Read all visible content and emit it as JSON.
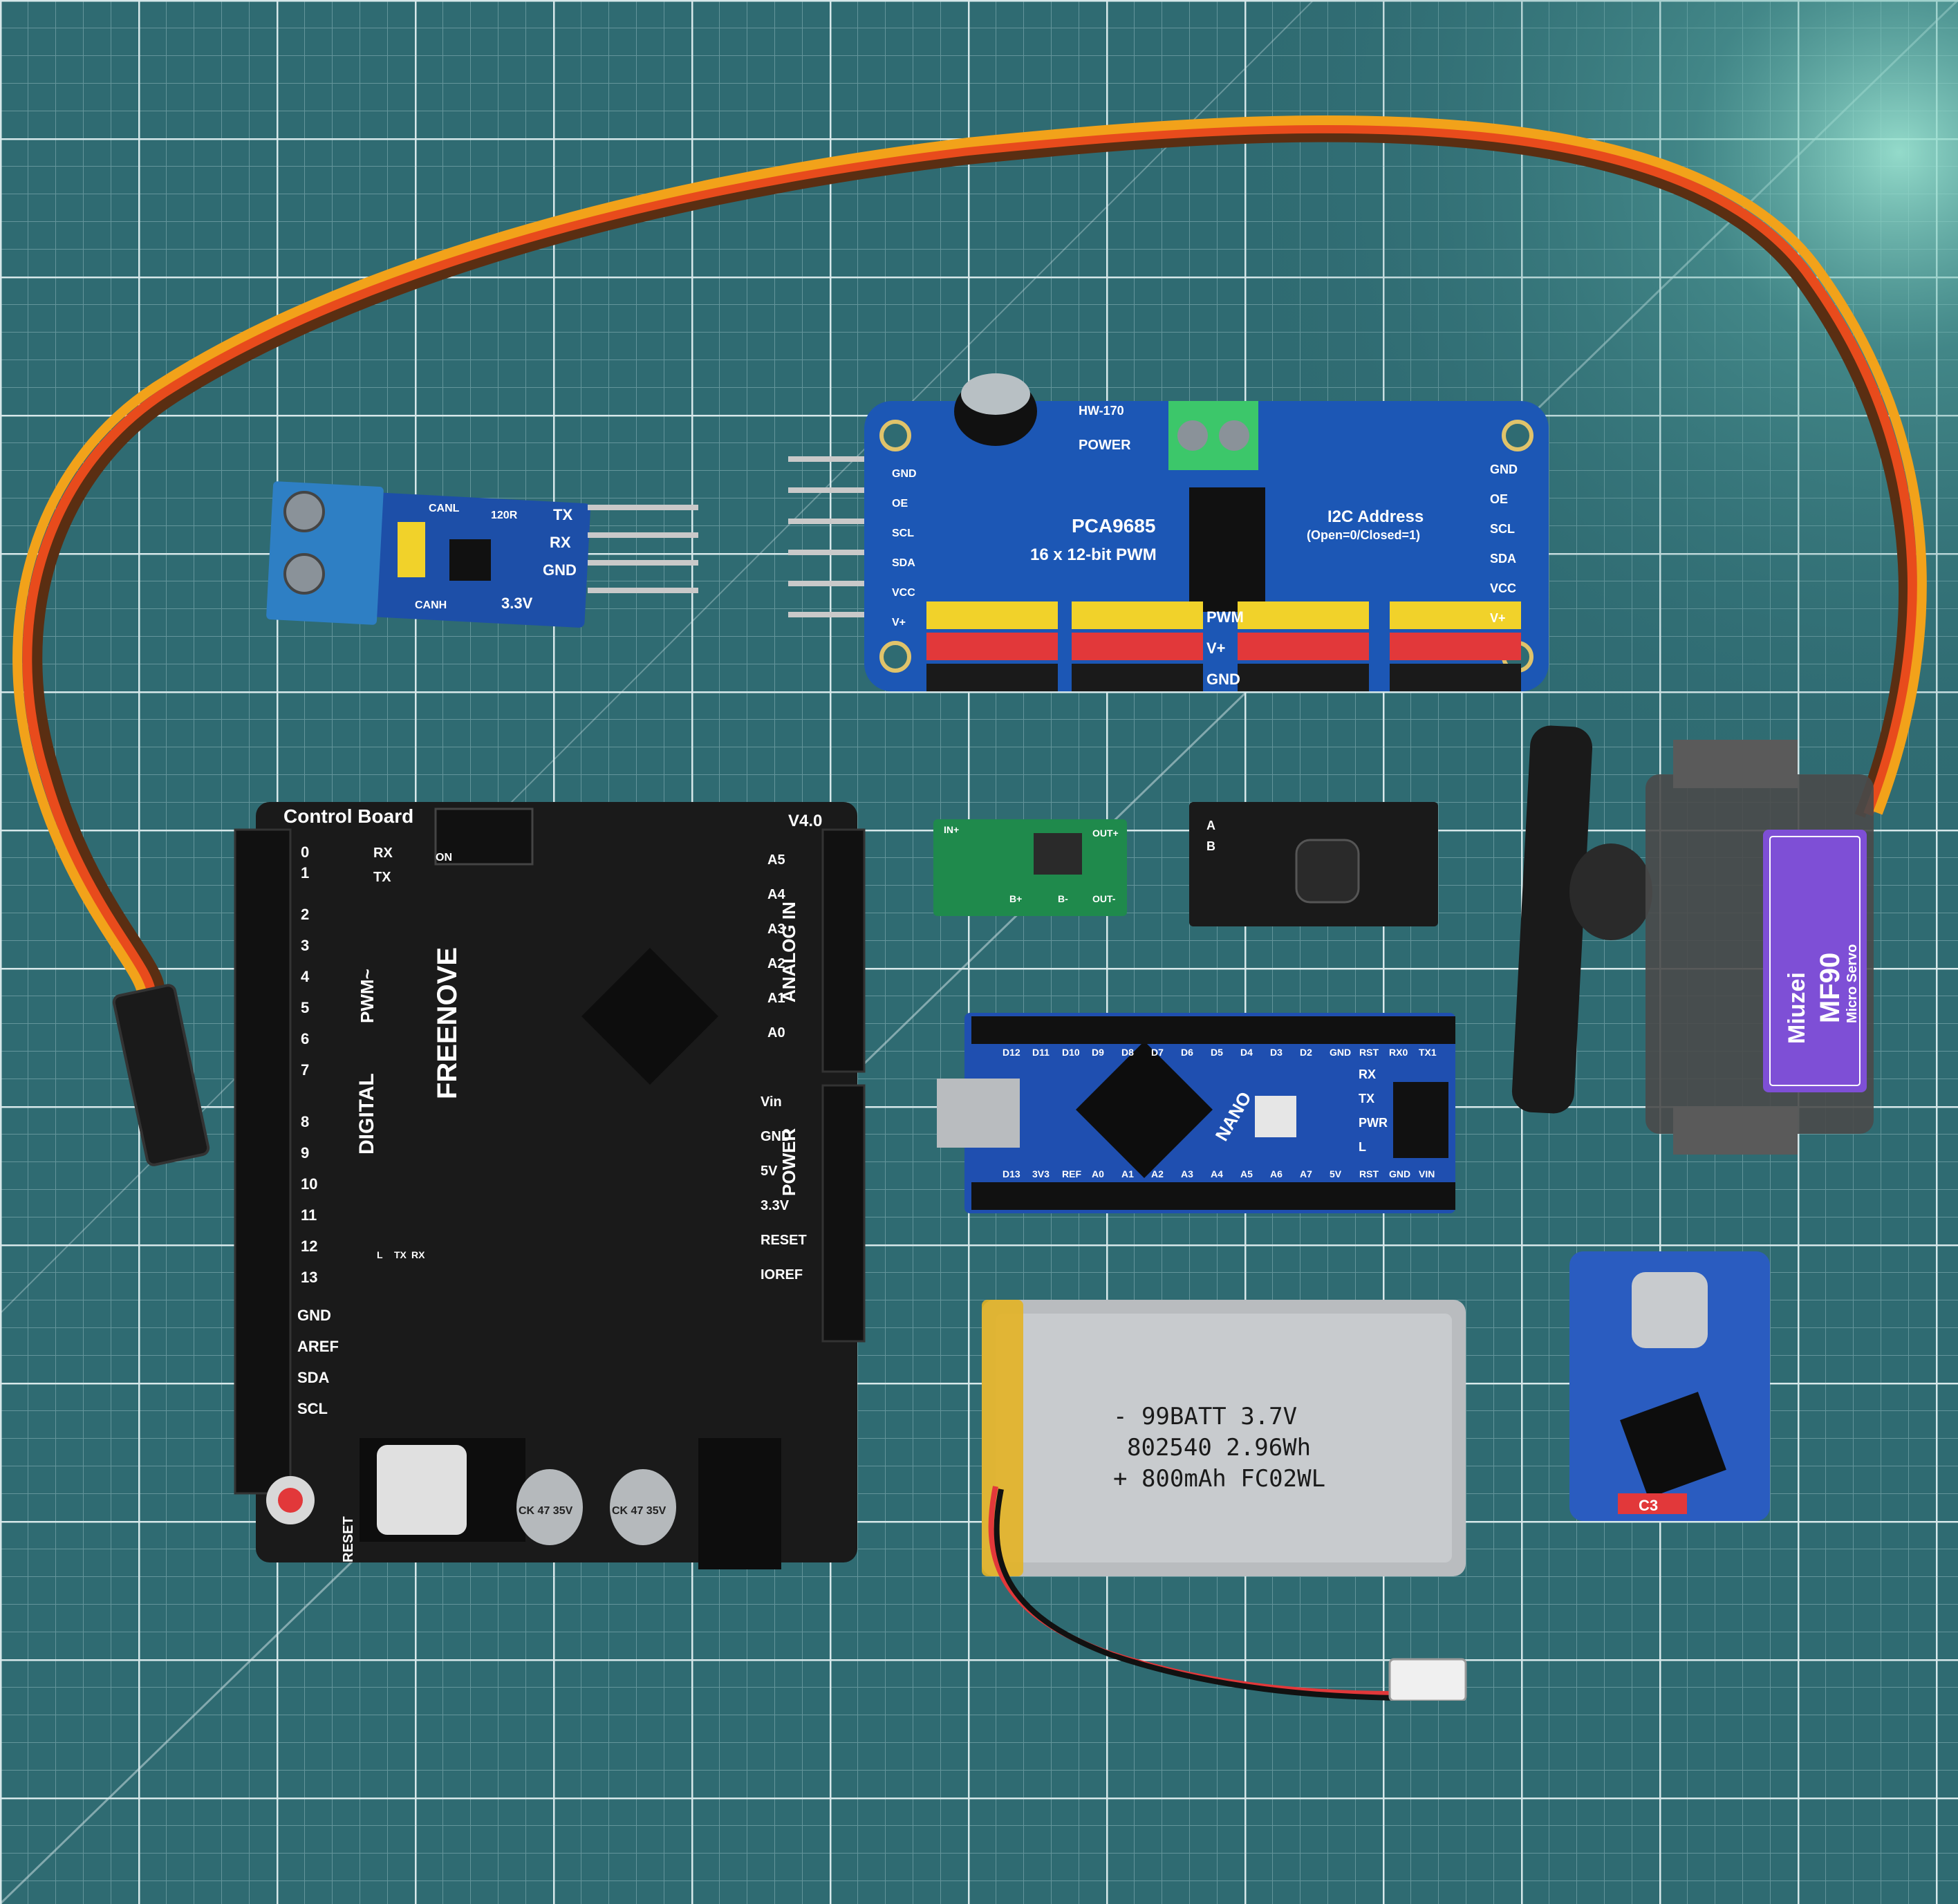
{
  "colors": {
    "mat": "#2f6b72",
    "grid_line": "#c9dde0",
    "can_pcb": "#1d4fa8",
    "pca_pcb": "#1c57b5",
    "uno_pcb": "#1a1a1a",
    "nano_pcb": "#1f4fb0",
    "c3_pcb": "#2a5cc0",
    "battery": "#b9bcbf",
    "servo_label": "#7e4fd6",
    "wire_brown": "#5a2e12",
    "wire_red": "#e84b1c",
    "wire_orange": "#f2a21a"
  },
  "can_module": {
    "pins": [
      "TX",
      "RX",
      "GND",
      "3.3V"
    ],
    "canl": "CANL",
    "canh": "CANH",
    "res": "120R"
  },
  "pca9685": {
    "model": "HW-170",
    "chip": "PCA9685",
    "desc": "16 x 12-bit PWM",
    "power": "POWER",
    "i2c": "I2C Address",
    "i2c_sub": "(Open=0/Closed=1)",
    "left_pins": [
      "GND",
      "OE",
      "SCL",
      "SDA",
      "VCC",
      "V+"
    ],
    "right_pins": [
      "GND",
      "OE",
      "SCL",
      "SDA",
      "VCC",
      "V+"
    ],
    "row_pwm": "PWM",
    "row_v": "V+",
    "row_gnd": "GND"
  },
  "uno": {
    "title": "Control Board",
    "version": "V4.0",
    "brand": "FREENOVE",
    "digital": "DIGITAL",
    "pwm": "PWM~",
    "analog": "ANALOG IN",
    "power": "POWER",
    "reset": "RESET",
    "digital_pins": [
      "0",
      "1",
      "2",
      "3",
      "4",
      "5",
      "6",
      "7",
      "8",
      "9",
      "10",
      "11",
      "12",
      "13"
    ],
    "rx": "RX",
    "tx": "TX",
    "analog_pins": [
      "A5",
      "A4",
      "A3",
      "A2",
      "A1",
      "A0"
    ],
    "power_pins": [
      "Vin",
      "GND",
      "5V",
      "3.3V",
      "RESET",
      "IOREF"
    ],
    "left_bottom": [
      "GND",
      "AREF",
      "SDA",
      "SCL"
    ],
    "cap1": "CK 47 35V",
    "cap2": "CK 47 35V",
    "on": "ON",
    "led_tx": "TX",
    "led_rx": "RX",
    "led_l": "L"
  },
  "nano": {
    "label": "NANO",
    "top_pins": [
      "D12",
      "D11",
      "D10",
      "D9",
      "D8",
      "D7",
      "D6",
      "D5",
      "D4",
      "D3",
      "D2",
      "GND",
      "RST",
      "RX0",
      "TX1"
    ],
    "bottom_pins": [
      "D13",
      "3V3",
      "REF",
      "A0",
      "A1",
      "A2",
      "A3",
      "A4",
      "A5",
      "A6",
      "A7",
      "5V",
      "RST",
      "GND",
      "VIN"
    ],
    "leds": [
      "RX",
      "TX",
      "PWR",
      "L"
    ]
  },
  "buck_green": {
    "labels": [
      "IN+",
      "OUT+",
      "B+",
      "B-",
      "OUT-"
    ]
  },
  "buck_black": {
    "labels": [
      "A",
      "B"
    ]
  },
  "battery": {
    "line1": "- 99BATT 3.7V",
    "line2": "802540 2.96Wh",
    "line3": "+ 800mAh FC02WL"
  },
  "servo": {
    "brand": "Miuzei",
    "model": "MF90",
    "sub": "Micro Servo"
  },
  "esp32c3": {
    "label": "C3"
  }
}
